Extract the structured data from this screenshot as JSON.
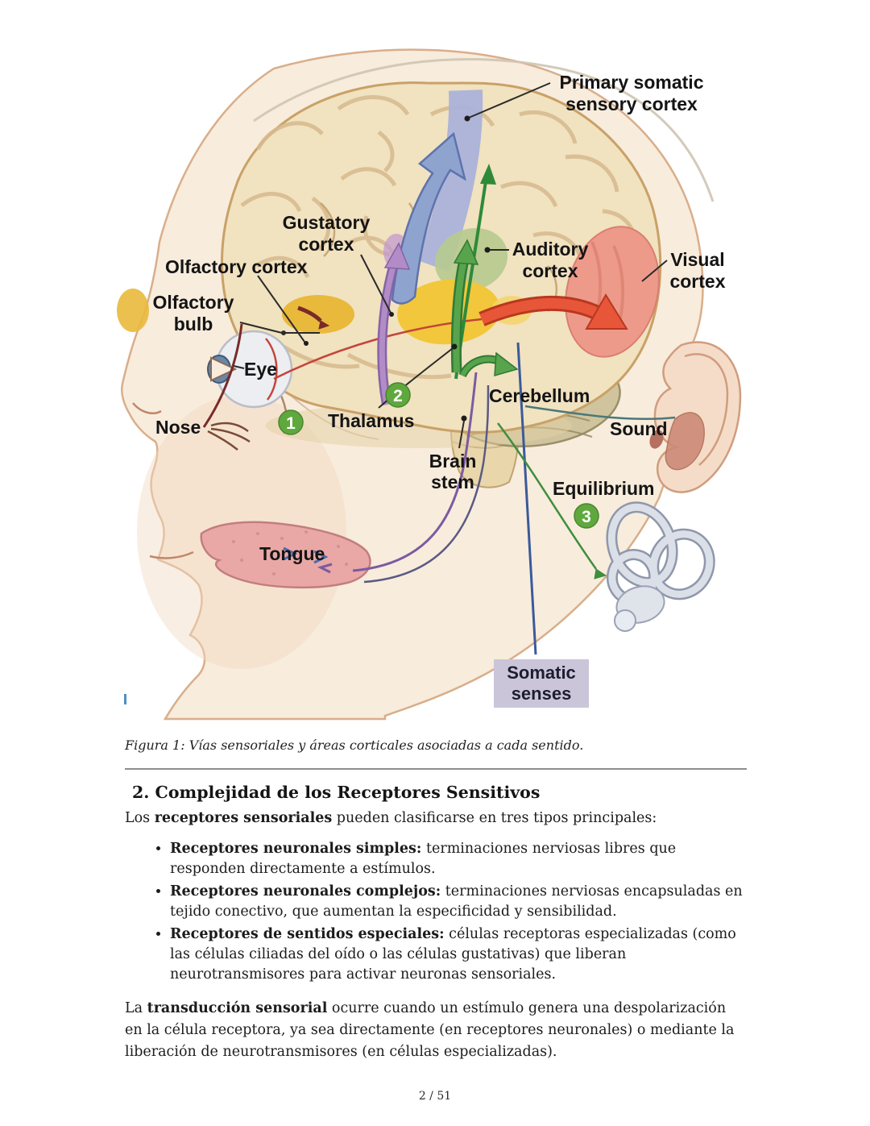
{
  "figure": {
    "caption": "Figura 1: Vías sensoriales y áreas corticales asociadas a cada sentido.",
    "labels": {
      "primary_somatic_1": "Primary somatic",
      "primary_somatic_2": "sensory cortex",
      "gustatory_1": "Gustatory",
      "gustatory_2": "cortex",
      "olfactory_cortex": "Olfactory cortex",
      "olfactory_bulb_1": "Olfactory",
      "olfactory_bulb_2": "bulb",
      "eye": "Eye",
      "nose": "Nose",
      "thalamus": "Thalamus",
      "auditory_1": "Auditory",
      "auditory_2": "cortex",
      "visual_1": "Visual",
      "visual_2": "cortex",
      "cerebellum": "Cerebellum",
      "sound": "Sound",
      "brain_stem_1": "Brain",
      "brain_stem_2": "stem",
      "equilibrium": "Equilibrium",
      "tongue": "Tongue",
      "somatic_1": "Somatic",
      "somatic_2": "senses",
      "num1": "1",
      "num2": "2",
      "num3": "3"
    },
    "colors": {
      "badge_green": "#5fa83e",
      "somatic_box": "#cbc5da",
      "brain": "#f1e2c0",
      "sensory_strip_blue": "#aab2d9",
      "auditory_green": "#b7ca8e",
      "visual_pink": "#ee9a8b",
      "thalamus_yellow": "#f2c73b",
      "arrow_blue": "#8fa3cf",
      "arrow_red": "#e8563a",
      "arrow_purple": "#b18cc6",
      "arrow_green": "#58a44c"
    }
  },
  "content": {
    "heading": "2. Complejidad de los Receptores Sensitivos",
    "intro_prefix": "Los ",
    "intro_bold": "receptores sensoriales",
    "intro_suffix": " pueden clasificarse en tres tipos principales:",
    "bullets": [
      {
        "bold": "Receptores neuronales simples:",
        "text": " terminaciones nerviosas libres que responden directamente a estímulos."
      },
      {
        "bold": "Receptores neuronales complejos:",
        "text": " terminaciones nerviosas encapsuladas en tejido conectivo, que aumentan la especificidad y sensibilidad."
      },
      {
        "bold": "Receptores de sentidos especiales:",
        "text": " células receptoras especializadas (como las células ciliadas del oído o las células gustativas) que liberan neurotransmisores para activar neuronas sensoriales."
      }
    ],
    "closing_prefix": "La ",
    "closing_bold": "transducción sensorial",
    "closing_suffix": " ocurre cuando un estímulo genera una despolarización en la célula receptora, ya sea directamente (en receptores neuronales) o mediante la liberación de neurotransmisores (en células especializadas)."
  },
  "page": {
    "footer": "2 / 51"
  }
}
